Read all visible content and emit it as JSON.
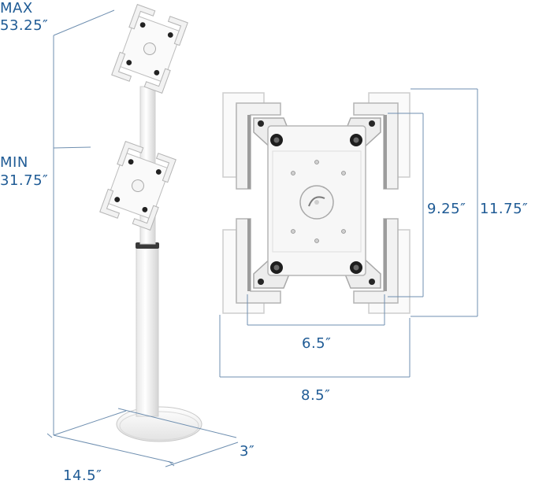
{
  "labels": {
    "max_title": "MAX",
    "max_value": "53.25″",
    "min_title": "MIN",
    "min_value": "31.75″",
    "base_width": "14.5″",
    "base_depth": "3″",
    "inner_height": "9.25″",
    "outer_height": "11.75″",
    "inner_width": "6.5″",
    "outer_width": "8.5″"
  },
  "colors": {
    "dimension_text": "#1f5b95",
    "dimension_line": "#6f8fb0",
    "product": "#ffffff",
    "outline": "#c4c4c4",
    "shadow": "#8a8a8a",
    "knob": "#1e1e1e"
  }
}
